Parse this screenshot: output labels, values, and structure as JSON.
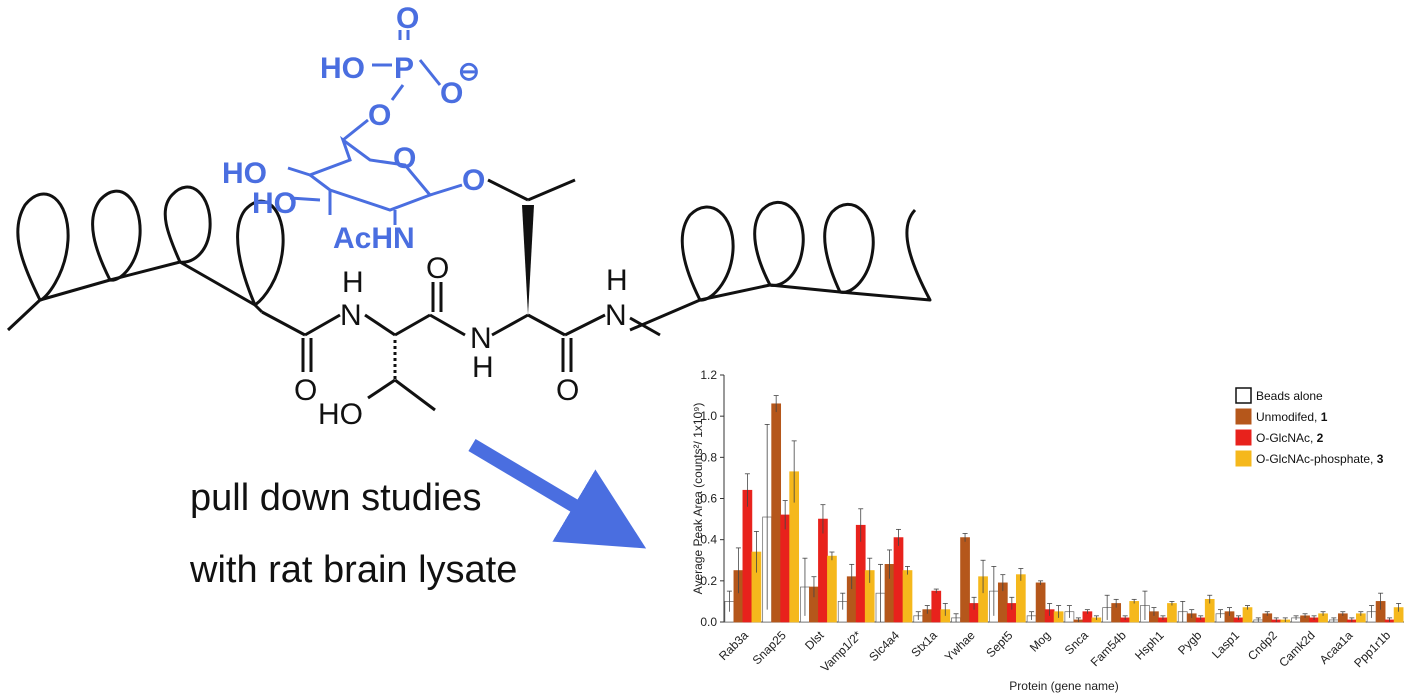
{
  "molecule": {
    "phosphate_labels": [
      "O",
      "HO",
      "P",
      "O",
      "O"
    ],
    "sugar_labels": [
      "O",
      "HO",
      "HO",
      "O",
      "O",
      "AcHN"
    ],
    "backbone_labels": [
      "N",
      "H",
      "O",
      "O",
      "HO",
      "H",
      "N",
      "H",
      "N",
      "O"
    ],
    "colors": {
      "glycan": "#4a6ee0",
      "backbone": "#111111",
      "arrow": "#4a6ee0"
    }
  },
  "caption": {
    "line1": "pull down studies",
    "line2": "with rat brain lysate"
  },
  "chart_data": {
    "type": "bar",
    "title": "",
    "xlabel": "Protein (gene name)",
    "ylabel": "Average Peak Area (counts²/ 1x10⁹)",
    "ylim": [
      0,
      1.2
    ],
    "yticks": [
      "0.0",
      "0.2",
      "0.4",
      "0.6",
      "0.8",
      "1.0",
      "1.2"
    ],
    "legend_position": "top-right",
    "categories": [
      "Rab3a",
      "Snap25",
      "Dlst",
      "Vamp1/2*",
      "Slc4a4",
      "Stx1a",
      "Ywhae",
      "Sept5",
      "Mog",
      "Snca",
      "Fam54b",
      "Hsph1",
      "Pygb",
      "Lasp1",
      "Cndp2",
      "Camk2d",
      "Acaa1a",
      "Ppp1r1b"
    ],
    "series": [
      {
        "name": "Beads alone",
        "color": "#ffffff",
        "values": [
          0.1,
          0.51,
          0.17,
          0.1,
          0.14,
          0.03,
          0.02,
          0.15,
          0.03,
          0.05,
          0.07,
          0.08,
          0.05,
          0.04,
          0.01,
          0.02,
          0.01,
          0.05
        ],
        "errors": [
          0.05,
          0.45,
          0.14,
          0.04,
          0.14,
          0.02,
          0.02,
          0.12,
          0.02,
          0.03,
          0.06,
          0.07,
          0.05,
          0.02,
          0.01,
          0.01,
          0.01,
          0.03
        ]
      },
      {
        "name": "Unmodifed, ",
        "name_suffix": "1",
        "color": "#b5571b",
        "values": [
          0.25,
          1.06,
          0.17,
          0.22,
          0.28,
          0.06,
          0.41,
          0.19,
          0.19,
          0.01,
          0.09,
          0.05,
          0.04,
          0.05,
          0.04,
          0.03,
          0.04,
          0.1
        ],
        "errors": [
          0.11,
          0.04,
          0.05,
          0.06,
          0.07,
          0.02,
          0.02,
          0.04,
          0.01,
          0.01,
          0.02,
          0.02,
          0.02,
          0.02,
          0.01,
          0.01,
          0.01,
          0.04
        ]
      },
      {
        "name": "O-GlcNAc, ",
        "name_suffix": "2",
        "color": "#e8221c",
        "values": [
          0.64,
          0.52,
          0.5,
          0.47,
          0.41,
          0.15,
          0.09,
          0.09,
          0.06,
          0.05,
          0.02,
          0.02,
          0.02,
          0.02,
          0.01,
          0.02,
          0.01,
          0.01
        ],
        "errors": [
          0.08,
          0.07,
          0.07,
          0.08,
          0.04,
          0.01,
          0.03,
          0.03,
          0.03,
          0.01,
          0.01,
          0.01,
          0.01,
          0.01,
          0.01,
          0.01,
          0.01,
          0.01
        ]
      },
      {
        "name": "O-GlcNAc-phosphate, ",
        "name_suffix": "3",
        "color": "#f5b81c",
        "values": [
          0.34,
          0.73,
          0.32,
          0.25,
          0.25,
          0.06,
          0.22,
          0.23,
          0.05,
          0.02,
          0.1,
          0.09,
          0.11,
          0.07,
          0.01,
          0.04,
          0.04,
          0.07
        ],
        "errors": [
          0.1,
          0.15,
          0.02,
          0.06,
          0.02,
          0.03,
          0.08,
          0.03,
          0.03,
          0.01,
          0.01,
          0.01,
          0.02,
          0.01,
          0.01,
          0.01,
          0.01,
          0.02
        ]
      }
    ]
  }
}
